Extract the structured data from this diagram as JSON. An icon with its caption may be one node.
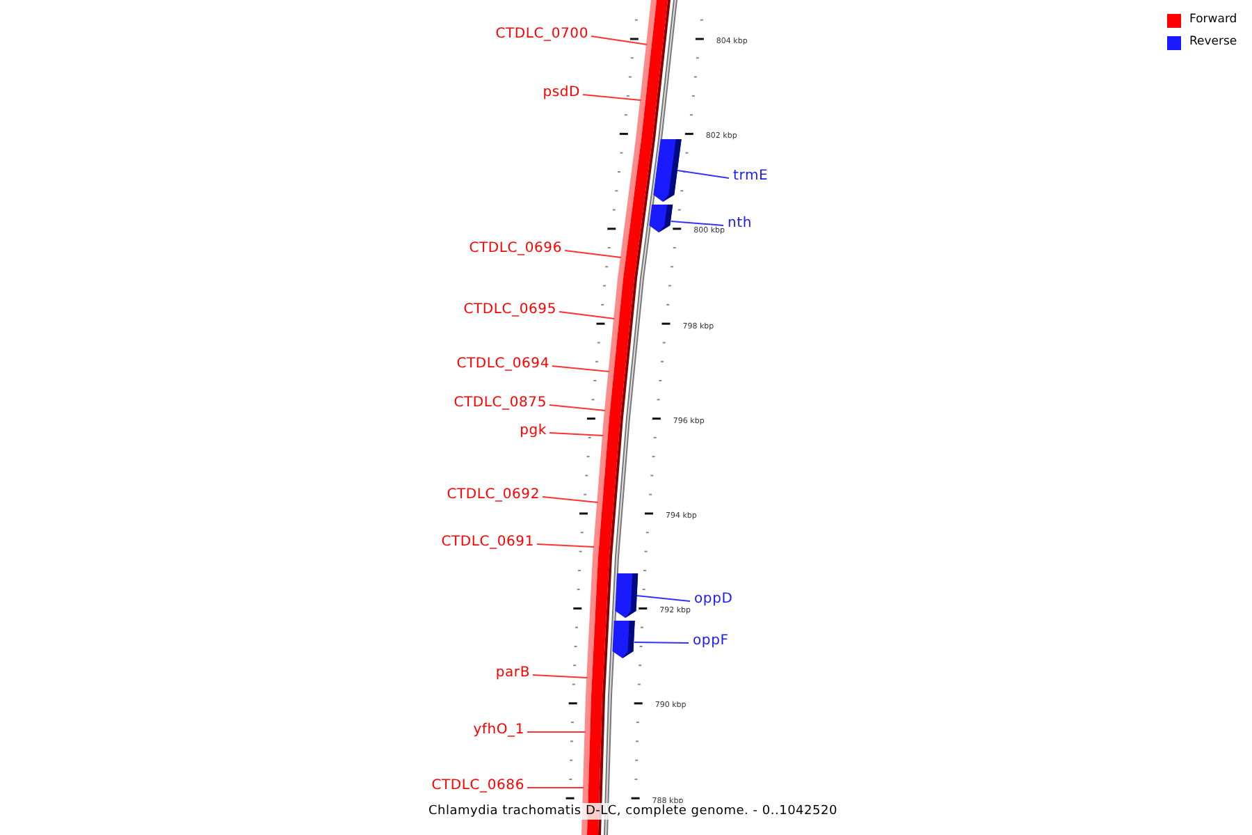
{
  "diagram": {
    "caption": "Chlamydia trachomatis D-LC, complete genome. - 0..1042520",
    "nodes": [
      {
        "text": [
          "CTDLC_0700"
        ]
      },
      {
        "text": [
          "psdD"
        ]
      },
      {
        "text": [
          "trmE"
        ]
      },
      {
        "text": [
          "nth"
        ]
      },
      {
        "text": [
          "CTDLC_0696"
        ]
      },
      {
        "text": [
          "CTDLC_0695"
        ]
      },
      {
        "text": [
          "CTDLC_0694"
        ]
      },
      {
        "text": [
          "CTDLC_0875"
        ]
      },
      {
        "text": [
          "pgk"
        ]
      },
      {
        "text": [
          "CTDLC_0692"
        ]
      },
      {
        "text": [
          "CTDLC_0691"
        ]
      },
      {
        "text": [
          "oppD"
        ]
      },
      {
        "text": [
          "oppF"
        ]
      },
      {
        "text": [
          "parB"
        ]
      },
      {
        "text": [
          "yfhO_1"
        ]
      },
      {
        "text": [
          "CTDLC_0686"
        ]
      },
      {
        "text": [],
        "shape": "box"
      },
      {
        "text": [],
        "shape": "box"
      },
      {
        "text": [],
        "shape": "box"
      },
      {
        "text": [],
        "shape": "box"
      },
      {
        "text": [],
        "shape": "bar"
      }
    ],
    "edges": [
      {
        "from": 0,
        "to": 20,
        "arrow": "none"
      },
      {
        "from": 1,
        "to": 20,
        "arrow": "none"
      },
      {
        "from": 2,
        "to": 16,
        "arrow": "none",
        "color": "#3333ff"
      },
      {
        "from": 3,
        "to": 17,
        "arrow": "none",
        "color": "#3333ff"
      },
      {
        "from": 4,
        "to": 20,
        "arrow": "none"
      },
      {
        "from": 5,
        "to": 20,
        "arrow": "none"
      },
      {
        "from": 6,
        "to": 20,
        "arrow": "none"
      },
      {
        "from": 7,
        "to": 20,
        "arrow": "none"
      },
      {
        "from": 8,
        "to": 20,
        "arrow": "none"
      },
      {
        "from": 9,
        "to": 20,
        "arrow": "none"
      },
      {
        "from": 10,
        "to": 20,
        "arrow": "none"
      },
      {
        "from": 11,
        "to": 18,
        "arrow": "none",
        "color": "#3333ff"
      },
      {
        "from": 12,
        "to": 19,
        "arrow": "none",
        "color": "#3333ff"
      },
      {
        "from": 13,
        "to": 20,
        "arrow": "none"
      },
      {
        "from": 14,
        "to": 20,
        "arrow": "none"
      },
      {
        "from": 15,
        "to": 20,
        "arrow": "none"
      }
    ],
    "labels": [
      "804 kbp",
      "802 kbp",
      "800 kbp",
      "798 kbp",
      "796 kbp",
      "794 kbp",
      "792 kbp",
      "790 kbp",
      "788 kbp"
    ],
    "legend": [
      {
        "text": "Forward",
        "color": "#ff0000"
      },
      {
        "text": "Reverse",
        "color": "#1a1aff"
      }
    ]
  }
}
